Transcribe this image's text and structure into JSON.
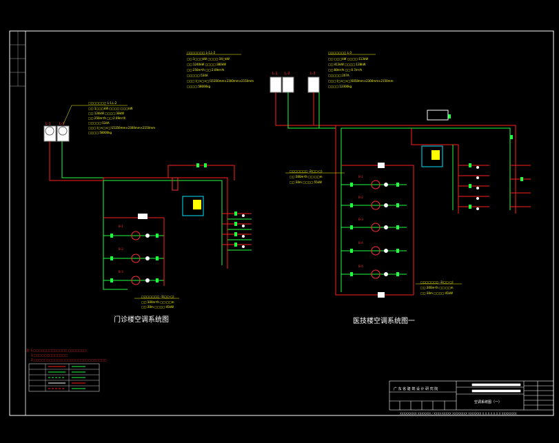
{
  "drawing": {
    "title_left": "门诊楼空调系统图",
    "title_right": "医技楼空调系统图一",
    "bottom_strip": "XXXXXXXXX  XXXXXXX / XXXX-XXXXX    XXXXXXXX XXXXXXX X.X.X.X.X.X.X    XXXXXXXX"
  },
  "titleblock": {
    "company": "广  东  省  建  筑  设  计  研  究  院",
    "sheet_name": "空调系统图（一）"
  },
  "colors": {
    "supply_pipe": "#ff2020",
    "return_pipe": "#20ff40",
    "annotation": "#ffff00",
    "frame": "#ffffff",
    "equipment": "#00e5ff"
  }
}
